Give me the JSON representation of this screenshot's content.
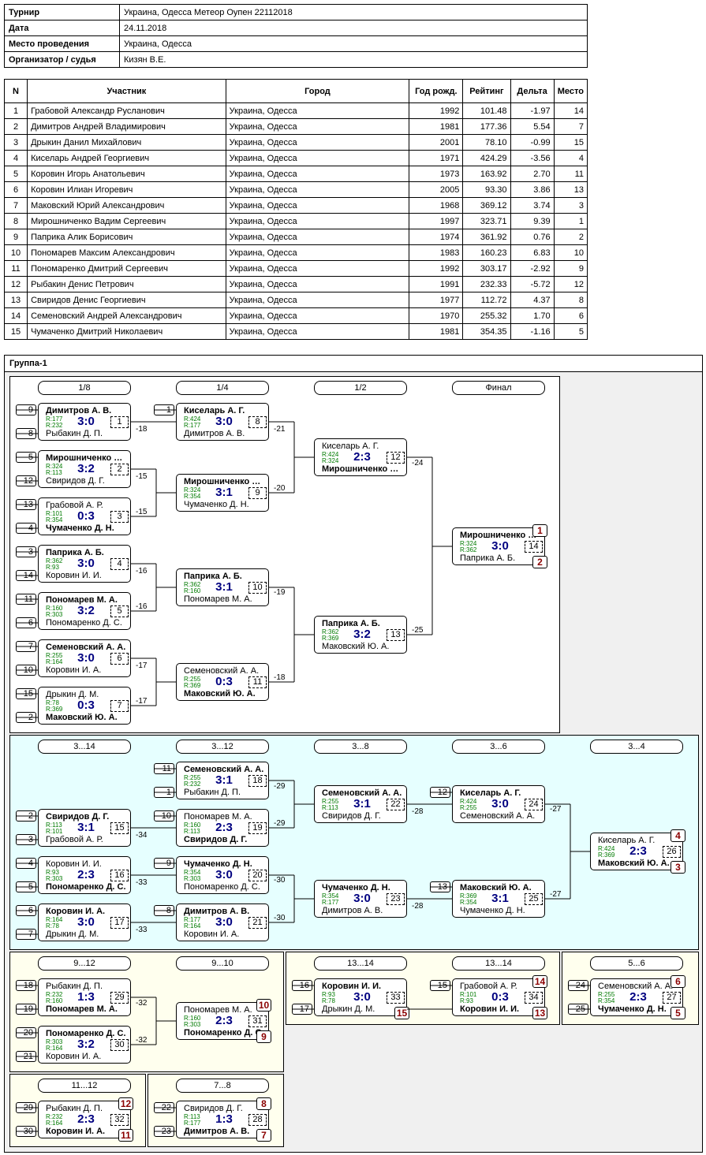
{
  "info": [
    {
      "label": "Турнир",
      "value": "Украина, Одесса Метеор Оупен 22112018"
    },
    {
      "label": "Дата",
      "value": "24.11.2018"
    },
    {
      "label": "Место проведения",
      "value": "Украина, Одесса"
    },
    {
      "label": "Организатор / судья",
      "value": "Кизян В.Е."
    }
  ],
  "participants": {
    "headers": [
      "N",
      "Участник",
      "Город",
      "Год рожд.",
      "Рейтинг",
      "Дельта",
      "Место"
    ],
    "rows": [
      [
        "1",
        "Грабовой Александр Русланович",
        "Украина, Одесса",
        "1992",
        "101.48",
        "-1.97",
        "14"
      ],
      [
        "2",
        "Димитров Андрей Владимирович",
        "Украина, Одесса",
        "1981",
        "177.36",
        "5.54",
        "7"
      ],
      [
        "3",
        "Дрыкин Данил Михайлович",
        "Украина, Одесса",
        "2001",
        "78.10",
        "-0.99",
        "15"
      ],
      [
        "4",
        "Киселарь Андрей Георгиевич",
        "Украина, Одесса",
        "1971",
        "424.29",
        "-3.56",
        "4"
      ],
      [
        "5",
        "Коровин Игорь Анатольевич",
        "Украина, Одесса",
        "1973",
        "163.92",
        "2.70",
        "11"
      ],
      [
        "6",
        "Коровин Илиан Игоревич",
        "Украина, Одесса",
        "2005",
        "93.30",
        "3.86",
        "13"
      ],
      [
        "7",
        "Маковский Юрий Александрович",
        "Украина, Одесса",
        "1968",
        "369.12",
        "3.74",
        "3"
      ],
      [
        "8",
        "Мирошниченко Вадим Сергеевич",
        "Украина, Одесса",
        "1997",
        "323.71",
        "9.39",
        "1"
      ],
      [
        "9",
        "Паприка Алик Борисович",
        "Украина, Одесса",
        "1974",
        "361.92",
        "0.76",
        "2"
      ],
      [
        "10",
        "Пономарев Максим Александрович",
        "Украина, Одесса",
        "1983",
        "160.23",
        "6.83",
        "10"
      ],
      [
        "11",
        "Пономаренко Дмитрий Сергеевич",
        "Украина, Одесса",
        "1992",
        "303.17",
        "-2.92",
        "9"
      ],
      [
        "12",
        "Рыбакин Денис Петрович",
        "Украина, Одесса",
        "1991",
        "232.33",
        "-5.72",
        "12"
      ],
      [
        "13",
        "Свиридов Денис Георгиевич",
        "Украина, Одесса",
        "1977",
        "112.72",
        "4.37",
        "8"
      ],
      [
        "14",
        "Семеновский Андрей Александрович",
        "Украина, Одесса",
        "1970",
        "255.32",
        "1.70",
        "6"
      ],
      [
        "15",
        "Чумаченко Дмитрий Николаевич",
        "Украина, Одесса",
        "1981",
        "354.35",
        "-1.16",
        "5"
      ]
    ]
  },
  "group_title": "Группа-1",
  "headers": [
    {
      "text": "1/8"
    },
    {
      "text": "1/4"
    },
    {
      "text": "1/2"
    },
    {
      "text": "Финал"
    },
    {
      "text": "3...14"
    },
    {
      "text": "3...12"
    },
    {
      "text": "3...8"
    },
    {
      "text": "3...6"
    },
    {
      "text": "3...4"
    },
    {
      "text": "9...12"
    },
    {
      "text": "9...10"
    },
    {
      "text": "13...14"
    },
    {
      "text": "13...14"
    },
    {
      "text": "5...6"
    },
    {
      "text": "11...12"
    },
    {
      "text": "7...8"
    }
  ],
  "seeds": [
    "9",
    "8",
    "5",
    "12",
    "13",
    "4",
    "3",
    "14",
    "11",
    "6",
    "7",
    "10",
    "15",
    "2",
    "1",
    "-11",
    "-1",
    "-10",
    "-2",
    "-3",
    "-4",
    "-5",
    "-9",
    "-6",
    "-7",
    "-8",
    "-12",
    "-13",
    "-18",
    "-19",
    "-20",
    "-21",
    "-16",
    "-17",
    "-15",
    "-24",
    "-25",
    "-29",
    "-30",
    "-22",
    "-23"
  ],
  "losses": [
    "-18",
    "-15",
    "-15",
    "-16",
    "-16",
    "-17",
    "-17",
    "-21",
    "-20",
    "-19",
    "-18",
    "-24",
    "-25",
    "-29",
    "-29",
    "-34",
    "-33",
    "-33",
    "-30",
    "-30",
    "-28",
    "-28",
    "-27",
    "-27",
    "-32",
    "-32"
  ],
  "matches": [
    {
      "p1": "Димитров А. В.",
      "r1": "R:177",
      "p2": "Рыбакин Д. П.",
      "r2": "R:232",
      "w": 1,
      "score": "3:0",
      "num": "1"
    },
    {
      "p1": "Мирошниченко В. С.",
      "r1": "R:324",
      "p2": "Свиридов Д. Г.",
      "r2": "R:113",
      "w": 1,
      "score": "3:2",
      "num": "2"
    },
    {
      "p1": "Грабовой А. Р.",
      "r1": "R:101",
      "p2": "Чумаченко Д. Н.",
      "r2": "R:354",
      "w": 2,
      "score": "0:3",
      "num": "3"
    },
    {
      "p1": "Паприка А. Б.",
      "r1": "R:362",
      "p2": "Коровин И. И.",
      "r2": "R:93",
      "w": 1,
      "score": "3:0",
      "num": "4"
    },
    {
      "p1": "Пономарев М. А.",
      "r1": "R:160",
      "p2": "Пономаренко Д. С.",
      "r2": "R:303",
      "w": 1,
      "score": "3:2",
      "num": "5"
    },
    {
      "p1": "Семеновский А. А.",
      "r1": "R:255",
      "p2": "Коровин И. А.",
      "r2": "R:164",
      "w": 1,
      "score": "3:0",
      "num": "6"
    },
    {
      "p1": "Дрыкин Д. М.",
      "r1": "R:78",
      "p2": "Маковский Ю. А.",
      "r2": "R:369",
      "w": 2,
      "score": "0:3",
      "num": "7"
    },
    {
      "p1": "Киселарь А. Г.",
      "r1": "R:424",
      "p2": "Димитров А. В.",
      "r2": "R:177",
      "w": 1,
      "score": "3:0",
      "num": "8"
    },
    {
      "p1": "Мирошниченко В. С.",
      "r1": "R:324",
      "p2": "Чумаченко Д. Н.",
      "r2": "R:354",
      "w": 1,
      "score": "3:1",
      "num": "9"
    },
    {
      "p1": "Паприка А. Б.",
      "r1": "R:362",
      "p2": "Пономарев М. А.",
      "r2": "R:160",
      "w": 1,
      "score": "3:1",
      "num": "10"
    },
    {
      "p1": "Семеновский А. А.",
      "r1": "R:255",
      "p2": "Маковский Ю. А.",
      "r2": "R:369",
      "w": 2,
      "score": "0:3",
      "num": "11"
    },
    {
      "p1": "Киселарь А. Г.",
      "r1": "R:424",
      "p2": "Мирошниченко В. С.",
      "r2": "R:324",
      "w": 2,
      "score": "2:3",
      "num": "12"
    },
    {
      "p1": "Паприка А. Б.",
      "r1": "R:362",
      "p2": "Маковский Ю. А.",
      "r2": "R:369",
      "w": 1,
      "score": "3:2",
      "num": "13"
    },
    {
      "p1": "Мирошниченко В. С.",
      "r1": "R:324",
      "p2": "Паприка А. Б.",
      "r2": "R:362",
      "w": 1,
      "score": "3:0",
      "num": "14",
      "pl1": "1",
      "pl2": "2"
    },
    {
      "p1": "Семеновский А. А.",
      "r1": "R:255",
      "p2": "Рыбакин Д. П.",
      "r2": "R:232",
      "w": 1,
      "score": "3:1",
      "num": "18"
    },
    {
      "p1": "Свиридов Д. Г.",
      "r1": "R:113",
      "p2": "Грабовой А. Р.",
      "r2": "R:101",
      "w": 1,
      "score": "3:1",
      "num": "15"
    },
    {
      "p1": "Пономарев М. А.",
      "r1": "R:160",
      "p2": "Свиридов Д. Г.",
      "r2": "R:113",
      "w": 2,
      "score": "2:3",
      "num": "19"
    },
    {
      "p1": "Коровин И. И.",
      "r1": "R:93",
      "p2": "Пономаренко Д. С.",
      "r2": "R:303",
      "w": 2,
      "score": "2:3",
      "num": "16"
    },
    {
      "p1": "Чумаченко Д. Н.",
      "r1": "R:354",
      "p2": "Пономаренко Д. С.",
      "r2": "R:303",
      "w": 1,
      "score": "3:0",
      "num": "20"
    },
    {
      "p1": "Коровин И. А.",
      "r1": "R:164",
      "p2": "Дрыкин Д. М.",
      "r2": "R:78",
      "w": 1,
      "score": "3:0",
      "num": "17"
    },
    {
      "p1": "Димитров А. В.",
      "r1": "R:177",
      "p2": "Коровин И. А.",
      "r2": "R:164",
      "w": 1,
      "score": "3:0",
      "num": "21"
    },
    {
      "p1": "Семеновский А. А.",
      "r1": "R:255",
      "p2": "Свиридов Д. Г.",
      "r2": "R:113",
      "w": 1,
      "score": "3:1",
      "num": "22"
    },
    {
      "p1": "Чумаченко Д. Н.",
      "r1": "R:354",
      "p2": "Димитров А. В.",
      "r2": "R:177",
      "w": 1,
      "score": "3:0",
      "num": "23"
    },
    {
      "p1": "Киселарь А. Г.",
      "r1": "R:424",
      "p2": "Семеновский А. А.",
      "r2": "R:255",
      "w": 1,
      "score": "3:0",
      "num": "24"
    },
    {
      "p1": "Маковский Ю. А.",
      "r1": "R:369",
      "p2": "Чумаченко Д. Н.",
      "r2": "R:354",
      "w": 1,
      "score": "3:1",
      "num": "25"
    },
    {
      "p1": "Киселарь А. Г.",
      "r1": "R:424",
      "p2": "Маковский Ю. А.",
      "r2": "R:369",
      "w": 2,
      "score": "2:3",
      "num": "26",
      "pl1": "4",
      "pl2": "3"
    },
    {
      "p1": "Рыбакин Д. П.",
      "r1": "R:232",
      "p2": "Пономарев М. А.",
      "r2": "R:160",
      "w": 2,
      "score": "1:3",
      "num": "29"
    },
    {
      "p1": "Пономаренко Д. С.",
      "r1": "R:303",
      "p2": "Коровин И. А.",
      "r2": "R:164",
      "w": 1,
      "score": "3:2",
      "num": "30"
    },
    {
      "p1": "Пономарев М. А.",
      "r1": "R:160",
      "p2": "Пономаренко Д. С.",
      "r2": "R:303",
      "w": 2,
      "score": "2:3",
      "num": "31",
      "pl1": "10",
      "pl2": "9"
    },
    {
      "p1": "Коровин И. И.",
      "r1": "R:93",
      "p2": "Дрыкин Д. М.",
      "r2": "R:78",
      "w": 1,
      "score": "3:0",
      "num": "33",
      "pl2": "15"
    },
    {
      "p1": "Грабовой А. Р.",
      "r1": "R:101",
      "p2": "Коровин И. И.",
      "r2": "R:93",
      "w": 2,
      "score": "0:3",
      "num": "34",
      "pl1": "14",
      "pl2": "13"
    },
    {
      "p1": "Семеновский А. А.",
      "r1": "R:255",
      "p2": "Чумаченко Д. Н.",
      "r2": "R:354",
      "w": 2,
      "score": "2:3",
      "num": "27",
      "pl1": "6",
      "pl2": "5"
    },
    {
      "p1": "Рыбакин Д. П.",
      "r1": "R:232",
      "p2": "Коровин И. А.",
      "r2": "R:164",
      "w": 2,
      "score": "2:3",
      "num": "32",
      "pl1": "12",
      "pl2": "11"
    },
    {
      "p1": "Свиридов Д. Г.",
      "r1": "R:113",
      "p2": "Димитров А. В.",
      "r2": "R:177",
      "w": 2,
      "score": "1:3",
      "num": "28",
      "pl1": "8",
      "pl2": "7"
    }
  ]
}
